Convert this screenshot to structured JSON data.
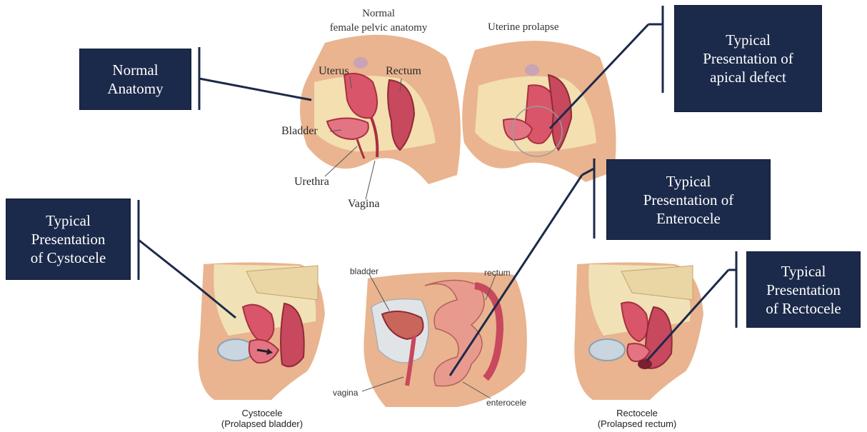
{
  "callouts": {
    "normal_anatomy": "Normal\nAnatomy",
    "apical_defect": "Typical\nPresentation of\napical defect",
    "cystocele": "Typical\nPresentation\nof Cystocele",
    "enterocele": "Typical\nPresentation of\nEnterocele",
    "rectocele": "Typical\nPresentation\nof Rectocele"
  },
  "titles": {
    "normal": "Normal\nfemale pelvic anatomy",
    "uterine_prolapse": "Uterine prolapse"
  },
  "anatomy_labels": {
    "uterus": "Uterus",
    "rectum": "Rectum",
    "bladder": "Bladder",
    "urethra": "Urethra",
    "vagina": "Vagina"
  },
  "enterocele_labels": {
    "bladder": "bladder",
    "rectum": "rectum",
    "vagina": "vagina",
    "enterocele": "enterocele"
  },
  "captions": {
    "cystocele": "Cystocele\n(Prolapsed bladder)",
    "rectocele": "Rectocele\n(Prolapsed rectum)"
  },
  "colors": {
    "callout_bg": "#1b2a4a",
    "connector": "#1b2a4a",
    "skin": "#e9b48f",
    "tissue": "#f3dfb0",
    "organ": "#d9566a",
    "organ_dark": "#a8303f",
    "bowel": "#e89a8e"
  }
}
